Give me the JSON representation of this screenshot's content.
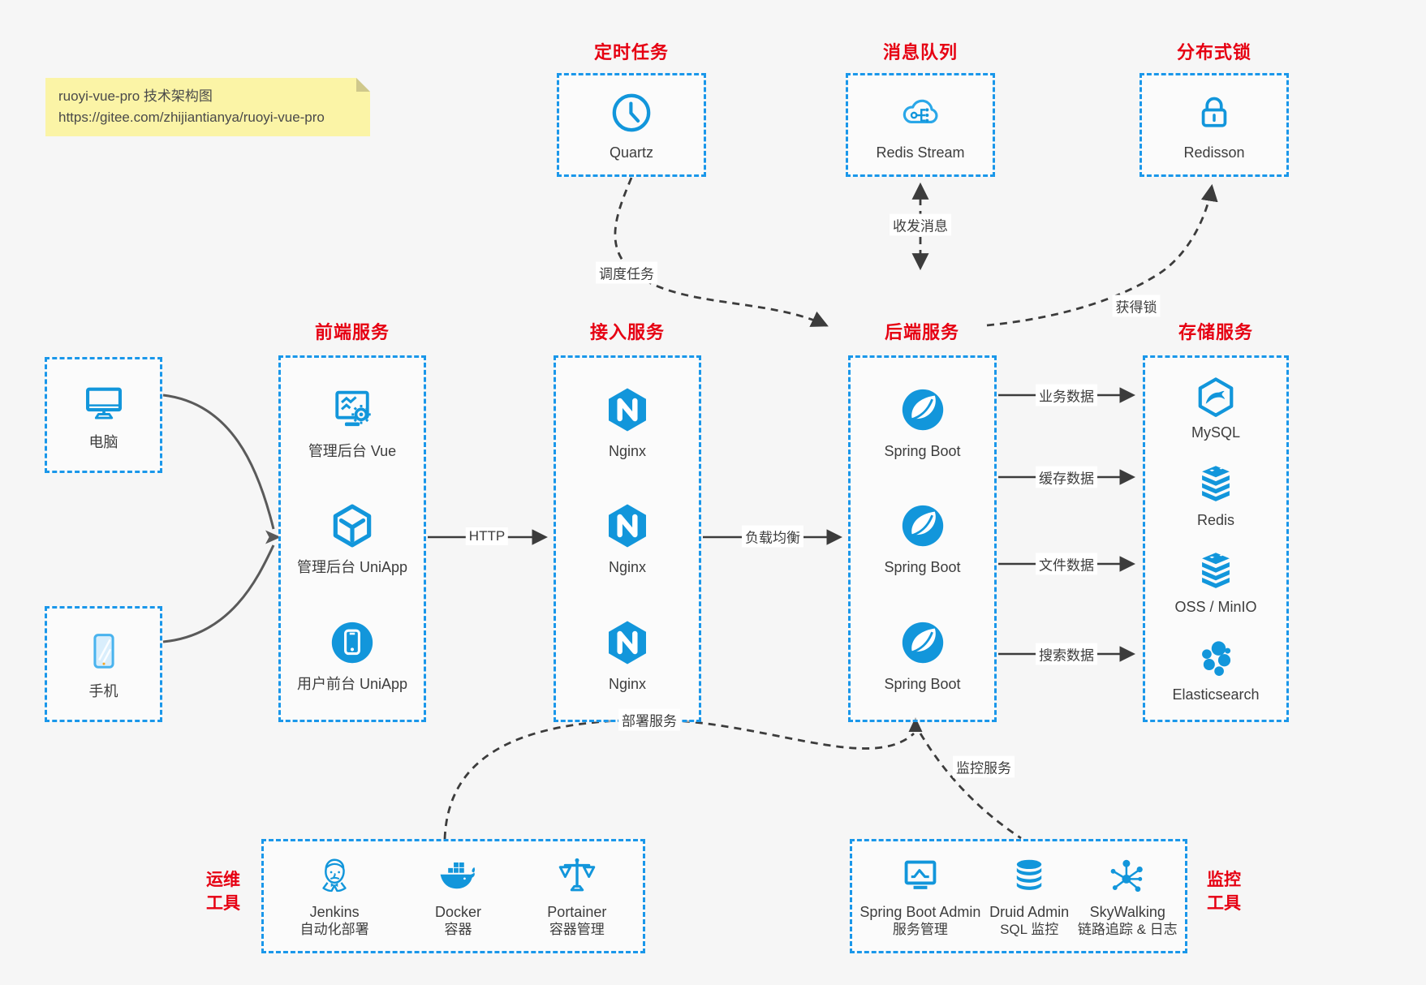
{
  "colors": {
    "accent_blue": "#1296db",
    "border_blue": "#1a97ea",
    "title_red": "#e60012",
    "note_yellow": "#fbf4a6",
    "connector_dark": "#3c3c3c"
  },
  "note": {
    "line1": "ruoyi-vue-pro 技术架构图",
    "line2": "https://gitee.com/zhijiantianya/ruoyi-vue-pro"
  },
  "top": {
    "scheduler": {
      "title": "定时任务",
      "item": {
        "label": "Quartz",
        "icon": "clock-icon"
      }
    },
    "mq": {
      "title": "消息队列",
      "item": {
        "label": "Redis Stream",
        "icon": "cloud-mq-icon"
      }
    },
    "lock": {
      "title": "分布式锁",
      "item": {
        "label": "Redisson",
        "icon": "lock-icon"
      }
    }
  },
  "clients": [
    {
      "label": "电脑",
      "icon": "desktop-icon"
    },
    {
      "label": "手机",
      "icon": "smartphone-icon"
    }
  ],
  "columns": {
    "frontend": {
      "title": "前端服务",
      "items": [
        {
          "label": "管理后台 Vue",
          "icon": "admin-vue-icon"
        },
        {
          "label": "管理后台 UniApp",
          "icon": "cube-icon"
        },
        {
          "label": "用户前台 UniApp",
          "icon": "mobile-app-icon"
        }
      ]
    },
    "gateway": {
      "title": "接入服务",
      "items": [
        {
          "label": "Nginx",
          "icon": "nginx-icon"
        },
        {
          "label": "Nginx",
          "icon": "nginx-icon"
        },
        {
          "label": "Nginx",
          "icon": "nginx-icon"
        }
      ]
    },
    "backend": {
      "title": "后端服务",
      "items": [
        {
          "label": "Spring Boot",
          "icon": "spring-boot-icon"
        },
        {
          "label": "Spring Boot",
          "icon": "spring-boot-icon"
        },
        {
          "label": "Spring Boot",
          "icon": "spring-boot-icon"
        }
      ]
    },
    "storage": {
      "title": "存储服务",
      "items": [
        {
          "label": "MySQL",
          "icon": "mysql-icon"
        },
        {
          "label": "Redis",
          "icon": "redis-icon"
        },
        {
          "label": "OSS / MinIO",
          "icon": "oss-icon"
        },
        {
          "label": "Elasticsearch",
          "icon": "elasticsearch-icon"
        }
      ]
    }
  },
  "bottom": {
    "ops": {
      "title_line1": "运维",
      "title_line2": "工具",
      "items": [
        {
          "label": "Jenkins",
          "sublabel": "自动化部署",
          "icon": "jenkins-icon"
        },
        {
          "label": "Docker",
          "sublabel": "容器",
          "icon": "docker-icon"
        },
        {
          "label": "Portainer",
          "sublabel": "容器管理",
          "icon": "portainer-icon"
        }
      ]
    },
    "monitor": {
      "title_line1": "监控",
      "title_line2": "工具",
      "items": [
        {
          "label": "Spring Boot Admin",
          "sublabel": "服务管理",
          "icon": "spring-admin-icon"
        },
        {
          "label": "Druid Admin",
          "sublabel": "SQL 监控",
          "icon": "druid-icon"
        },
        {
          "label": "SkyWalking",
          "sublabel": "链路追踪 & 日志",
          "icon": "skywalking-icon"
        }
      ]
    }
  },
  "edges": {
    "http": "HTTP",
    "load_balance": "负载均衡",
    "schedule": "调度任务",
    "message": "收发消息",
    "get_lock": "获得锁",
    "business_data": "业务数据",
    "cache_data": "缓存数据",
    "file_data": "文件数据",
    "search_data": "搜索数据",
    "deploy": "部署服务",
    "monitor": "监控服务"
  }
}
